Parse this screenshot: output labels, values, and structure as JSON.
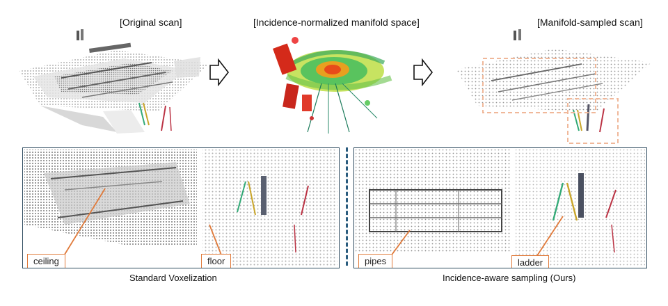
{
  "top": {
    "original_label": "[Original scan]",
    "manifold_label": "[Incidence-normalized manifold space]",
    "sampled_label": "[Manifold-sampled scan]"
  },
  "bottom": {
    "left_caption": "Standard Voxelization",
    "right_caption": "Incidence-aware sampling (Ours)",
    "tags": {
      "ceiling": "ceiling",
      "floor": "floor",
      "pipes": "pipes",
      "ladder": "ladder"
    }
  },
  "colors": {
    "panel_border": "#2d4a5e",
    "tag_border": "#e07a3a",
    "divider": "#2a5c7e",
    "highlight_box": "#f0b89a"
  }
}
